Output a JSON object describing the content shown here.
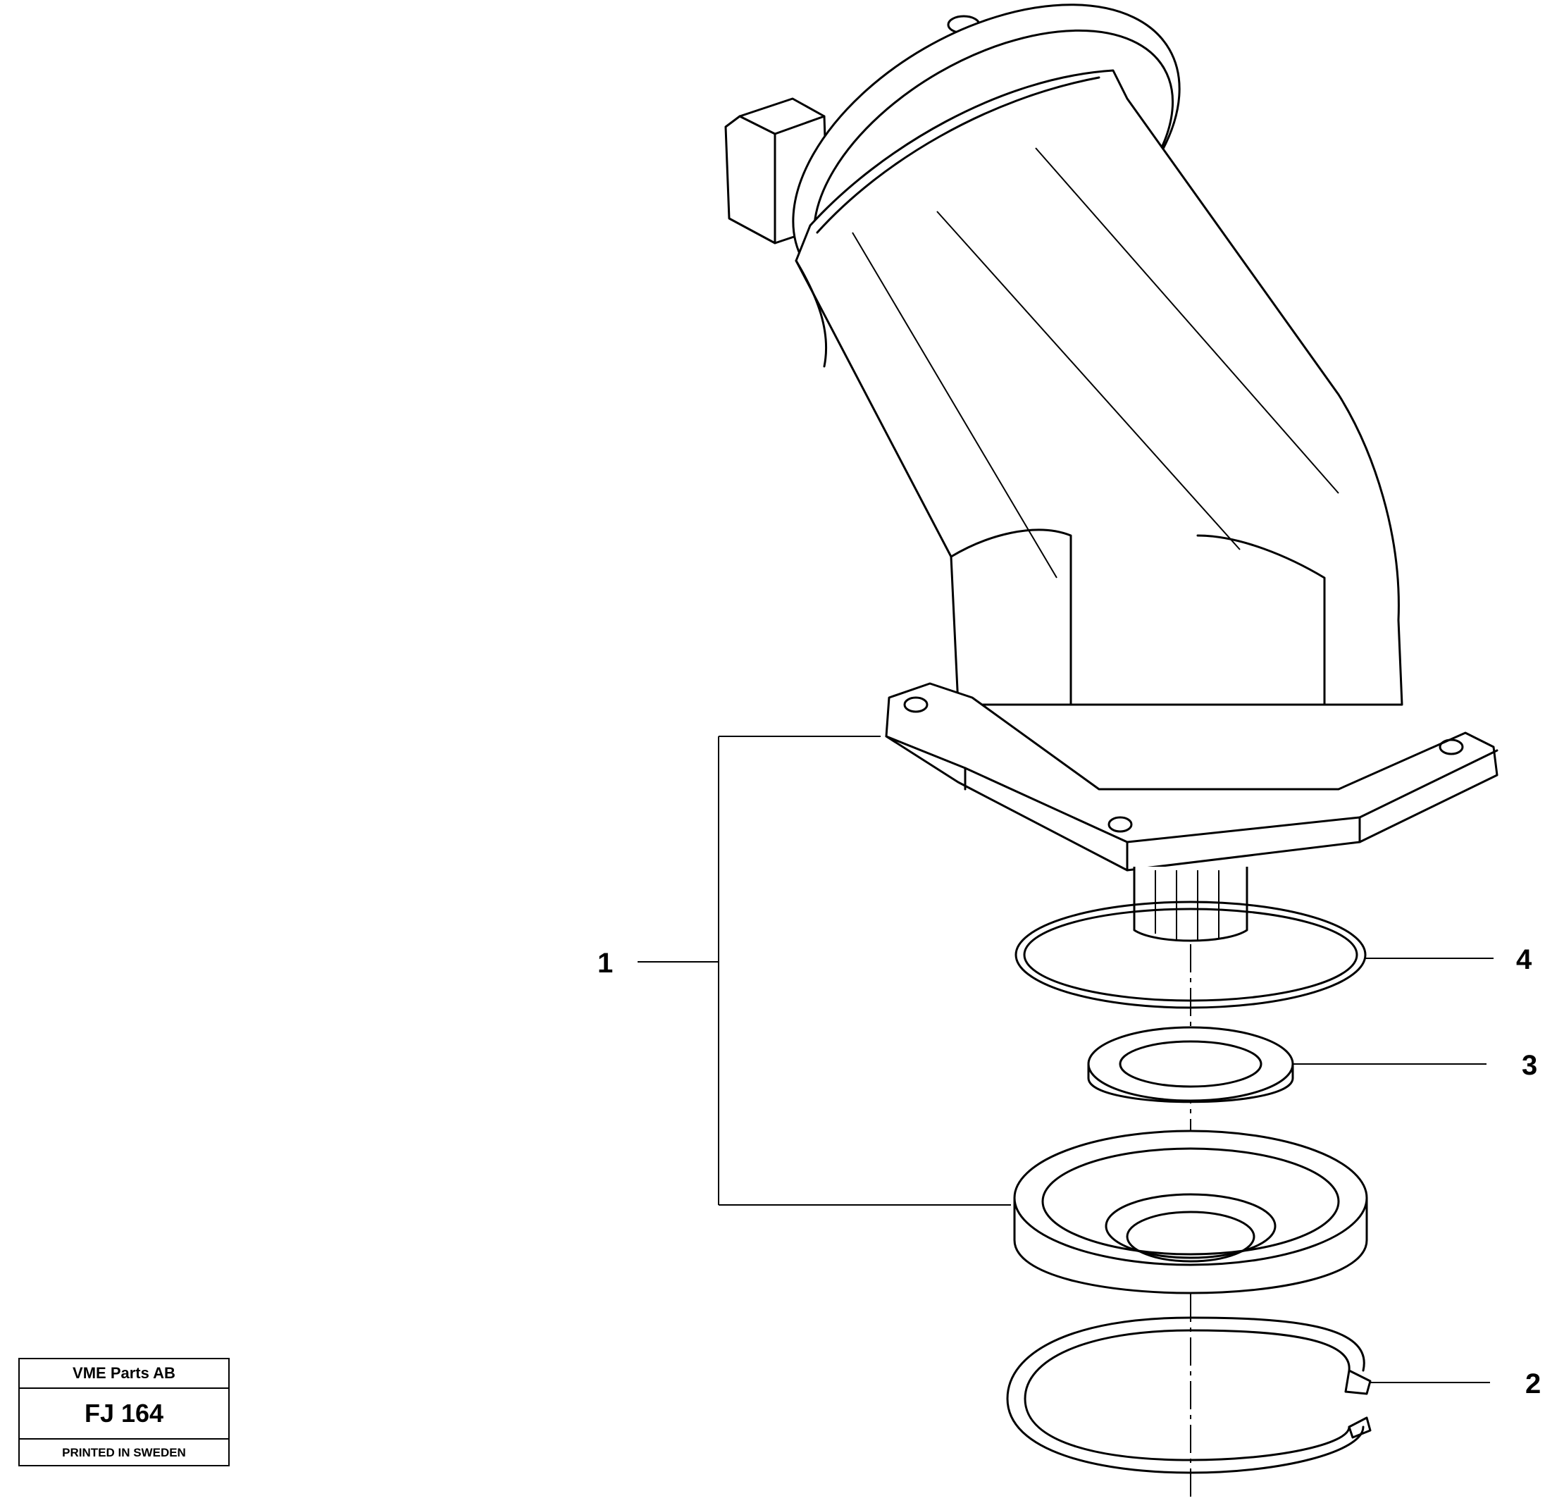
{
  "callouts": {
    "part_1": "1",
    "part_2": "2",
    "part_3": "3",
    "part_4": "4"
  },
  "stamp": {
    "company": "VME Parts AB",
    "code": "FJ 164",
    "printed": "PRINTED IN SWEDEN"
  }
}
